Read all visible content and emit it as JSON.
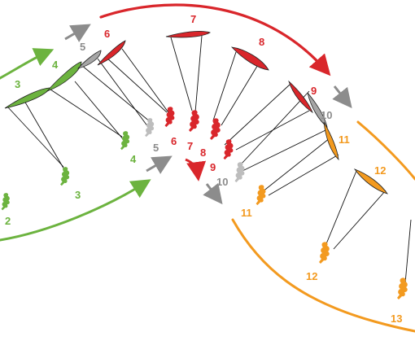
{
  "colors": {
    "green": "#6cb33f",
    "red": "#d9262b",
    "gray": "#a6a6a6",
    "orange": "#f39a1f",
    "line": "#111111"
  },
  "stages": [
    {
      "label": "2",
      "color": "green"
    },
    {
      "label": "3",
      "color": "green"
    },
    {
      "label": "4",
      "color": "green"
    },
    {
      "label": "5",
      "color": "gray"
    },
    {
      "label": "6",
      "color": "red"
    },
    {
      "label": "7",
      "color": "red"
    },
    {
      "label": "8",
      "color": "red"
    },
    {
      "label": "9",
      "color": "red"
    },
    {
      "label": "10",
      "color": "gray"
    },
    {
      "label": "11",
      "color": "orange"
    },
    {
      "label": "12",
      "color": "orange"
    },
    {
      "label": "13",
      "color": "orange"
    }
  ],
  "kite_labels": {
    "k3": "3",
    "k4": "4",
    "k5": "5",
    "k6": "6",
    "k7": "7",
    "k8": "8",
    "k9": "9",
    "k10": "10",
    "k11": "11",
    "k12": "12"
  },
  "rider_labels": {
    "r2": "2",
    "r3": "3",
    "r4": "4",
    "r5": "5",
    "r6": "6",
    "r7": "7",
    "r8": "8",
    "r9": "9",
    "r10": "10",
    "r11": "11",
    "r12": "12",
    "r13": "13"
  }
}
